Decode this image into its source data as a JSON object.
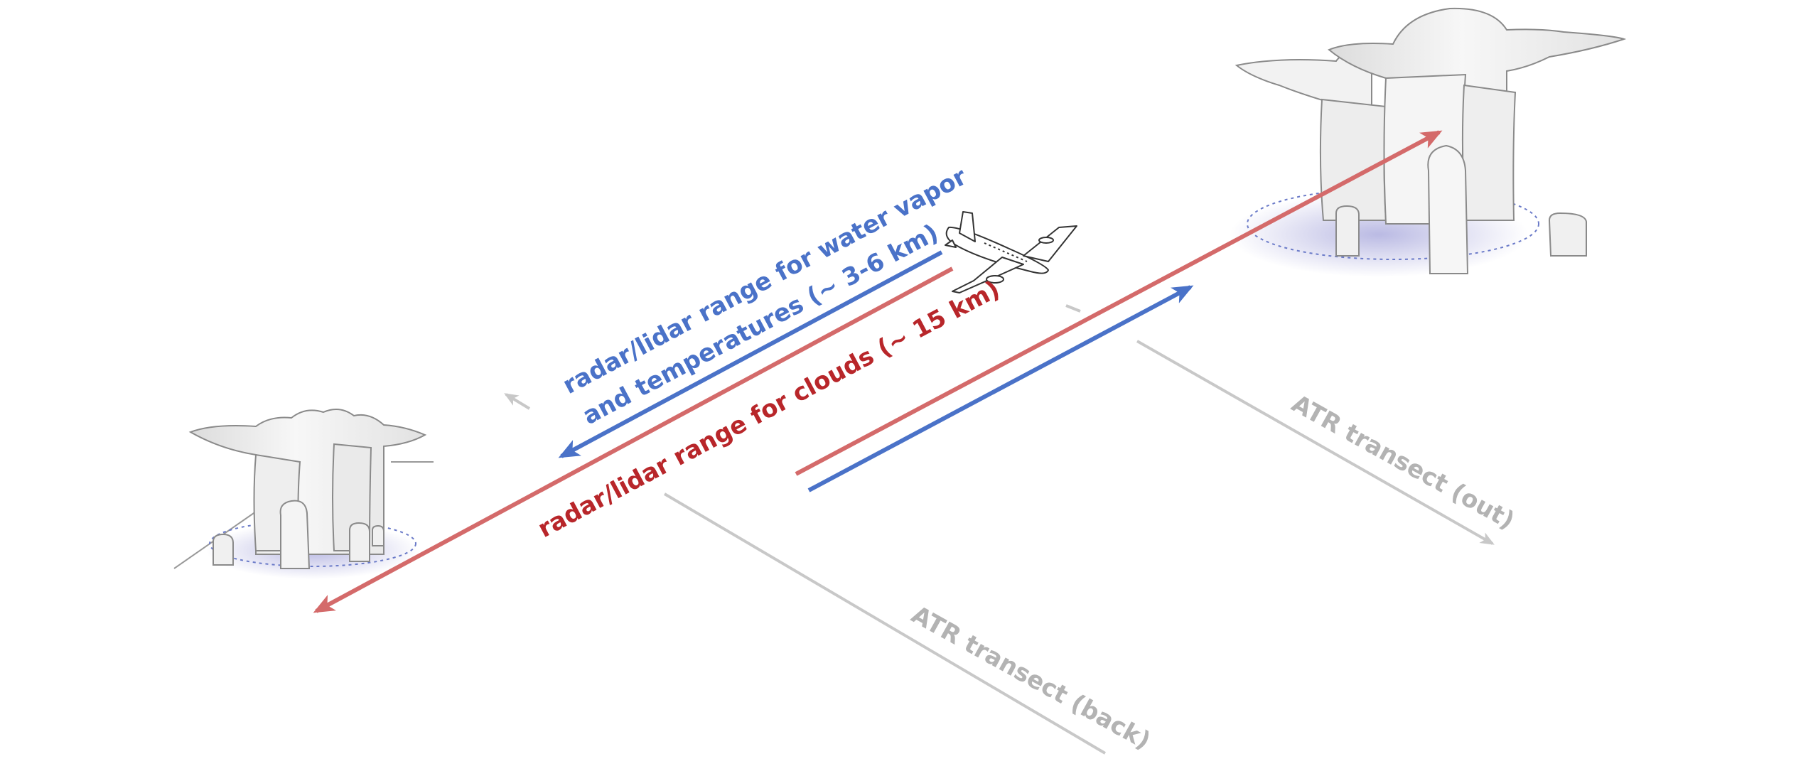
{
  "labels": {
    "water_vapor_line1": "radar/lidar range for water vapor",
    "water_vapor_line2": "and temperatures (~ 3-6 km)",
    "clouds": "radar/lidar range for clouds  (~ 15 km)",
    "transect_out": "ATR transect (out)",
    "transect_back": "ATR transect (back)"
  },
  "colors": {
    "water_vapor": "#4a72c8",
    "clouds_text": "#b8262a",
    "clouds_arrow": "#d46a6a",
    "transect": "#c8c8c8",
    "cloud_fill": "#f0f0f0",
    "cloud_outline": "#8a8a8a",
    "shadow": "#3a3ab0"
  },
  "icons": [
    "airplane-icon",
    "cumulonimbus-cloud-icon"
  ]
}
